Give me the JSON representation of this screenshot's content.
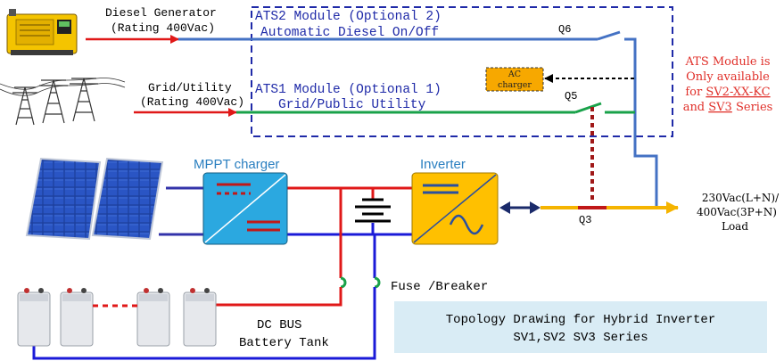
{
  "sources": {
    "diesel": {
      "name": "Diesel Generator",
      "rating": "(Rating 400Vac)"
    },
    "grid": {
      "name": "Grid/Utility",
      "rating": "(Rating 400Vac)"
    }
  },
  "ats2": {
    "title": "ATS2 Module (Optional 2)",
    "subtitle": "Automatic Diesel On/Off"
  },
  "ats1": {
    "title": "ATS1 Module (Optional 1)",
    "subtitle": "Grid/Public Utility"
  },
  "switches": {
    "q6": "Q6",
    "q5": "Q5",
    "q3": "Q3"
  },
  "ac_charger": {
    "line1": "AC",
    "line2": "charger"
  },
  "ats_note": {
    "line1": "ATS Module is",
    "line2": "Only available",
    "line3_prefix": "for ",
    "line3_link": "SV2-XX-KC",
    "line4_link": "SV3",
    "line4_suffix": " Series",
    "line4_prefix": "and "
  },
  "mppt": {
    "label": "MPPT charger"
  },
  "inverter": {
    "label": "Inverter"
  },
  "load": {
    "line1": "230Vac(L+N)/",
    "line2": "400Vac(3P+N)",
    "line3": "Load"
  },
  "fuse": {
    "label": "Fuse /Breaker"
  },
  "dc_bus": {
    "line1": "DC BUS",
    "line2": "Battery Tank"
  },
  "topology": {
    "line1": "Topology Drawing for Hybrid Inverter",
    "line2": "SV1,SV2 SV3 Series"
  },
  "colors": {
    "ats_frame": "#1f2aa8",
    "diesel_line": "#4472c4",
    "grid_line": "#19a24a",
    "ac_bus": "#f5b400",
    "dc_positive": "#e01818",
    "dc_negative": "#1a1ad8",
    "battery_link": "#e01818",
    "charger_feed": "#a01818",
    "module_blue": "#2ba8e0",
    "module_yellow": "#ffc000",
    "note_red": "#e0302a",
    "topology_bg": "#d9ecf5"
  }
}
